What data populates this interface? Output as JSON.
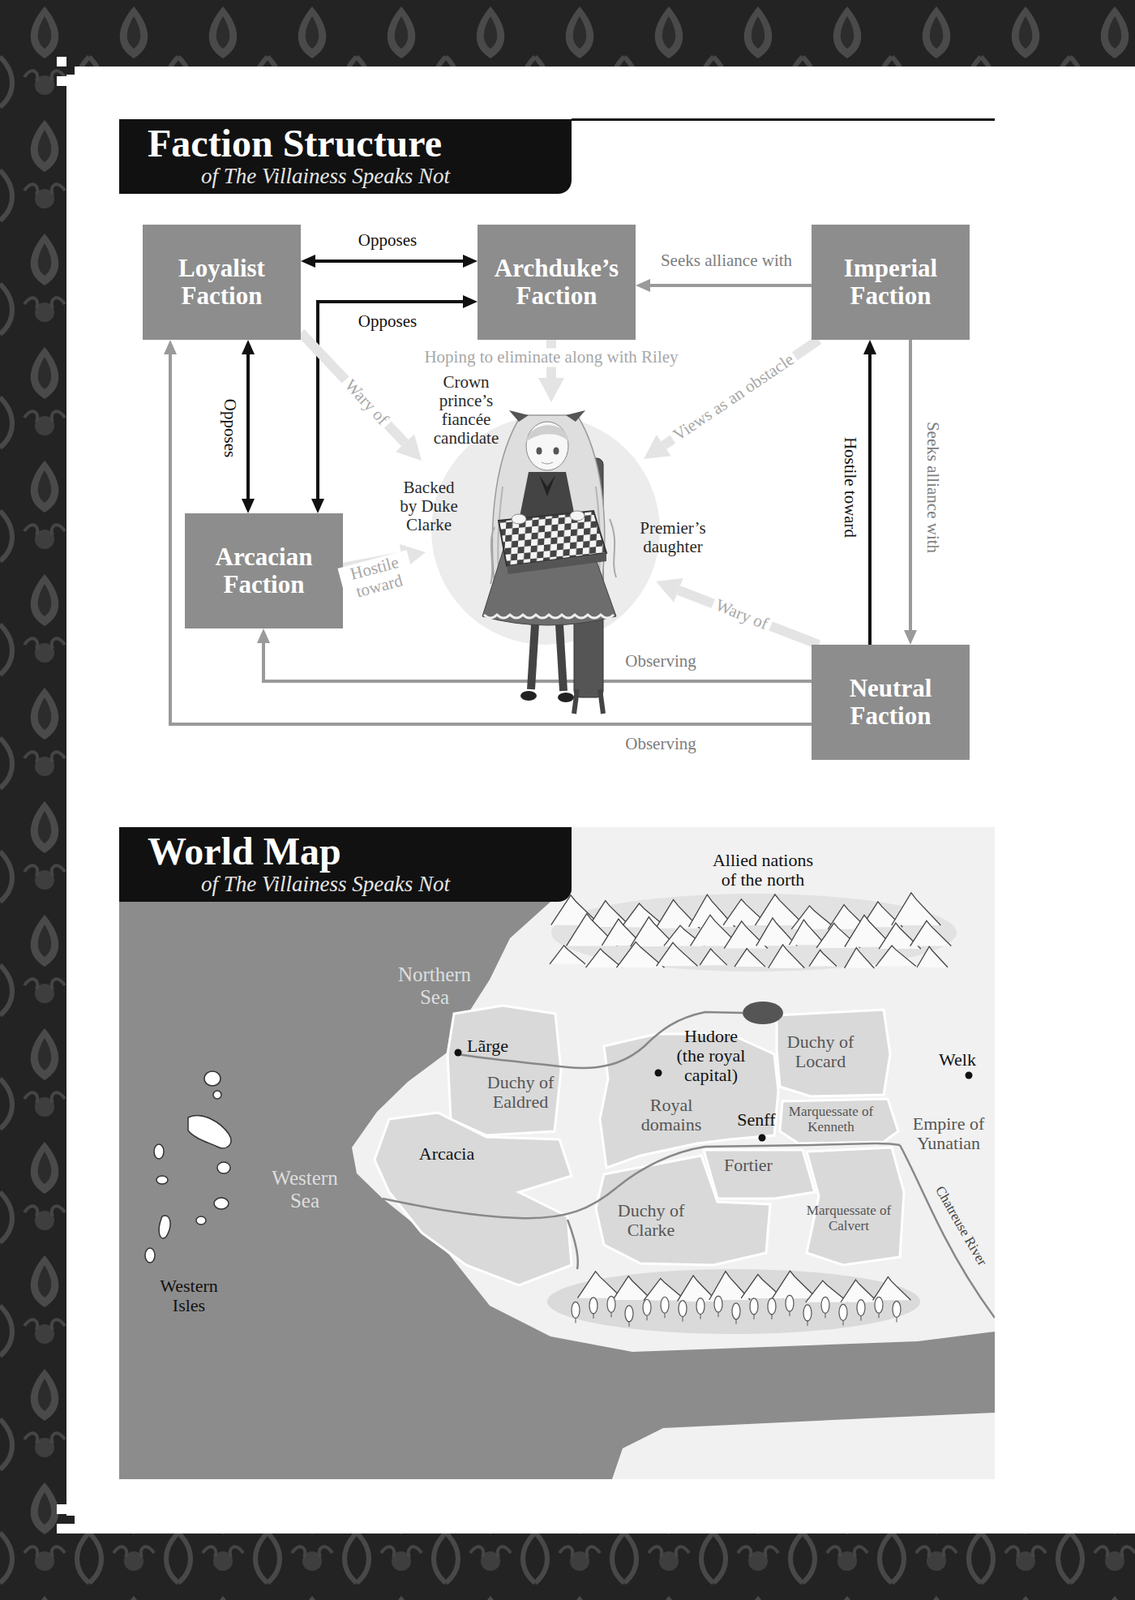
{
  "diagram": {
    "title": "Faction Structure",
    "nodes": [
      {
        "text": [
          "Loyalist Faction"
        ]
      },
      {
        "text": [
          "Archduke’s Faction"
        ]
      },
      {
        "text": [
          "Imperial Faction"
        ]
      },
      {
        "text": [
          "Crown prince’s fiancée candidate",
          "Backed by Duke Clarke",
          "Premier’s daughter"
        ]
      },
      {
        "text": [
          "Arcacian Faction"
        ]
      },
      {
        "text": [
          "Neutral Faction"
        ]
      }
    ],
    "edges": [
      {
        "from": 0,
        "to": 1,
        "label": "Opposes",
        "arrow": "both"
      },
      {
        "from": 4,
        "to": 1,
        "label": "Opposes",
        "arrow": "both"
      },
      {
        "from": 0,
        "to": 4,
        "label": "Opposes",
        "arrow": "both"
      },
      {
        "from": 2,
        "to": 1,
        "label": "Seeks alliance with",
        "arrow": "to"
      },
      {
        "from": 2,
        "to": 5,
        "label": "Seeks alliance with",
        "arrow": "to"
      },
      {
        "from": 5,
        "to": 2,
        "label": "Hostile toward",
        "arrow": "to"
      },
      {
        "from": 5,
        "to": 4,
        "label": "Observing",
        "arrow": "to"
      },
      {
        "from": 5,
        "to": 0,
        "label": "Observing",
        "arrow": "to"
      },
      {
        "from": 0,
        "to": 3,
        "label": "Wary of",
        "arrow": "to"
      },
      {
        "from": 1,
        "to": 3,
        "label": "Hoping to eliminate along with Riley",
        "arrow": "to"
      },
      {
        "from": 2,
        "to": 3,
        "label": "Views as an obstacle",
        "arrow": "to"
      },
      {
        "from": 4,
        "to": 3,
        "label": "Hostile toward",
        "arrow": "to"
      },
      {
        "from": 5,
        "to": 3,
        "label": "Wary of",
        "arrow": "to"
      }
    ],
    "labels": [
      "of The Villainess Speaks Not",
      "World Map",
      "of The Villainess Speaks Not",
      "Allied nations of the north",
      "Northern Sea",
      "Lãrge",
      "Duchy of Ealdred",
      "Hudore (the royal capital)",
      "Duchy of Locard",
      "Welk",
      "Royal domains",
      "Senff",
      "Marquessate of Kenneth",
      "Empire of Yunatian",
      "Arcacia",
      "Western Sea",
      "Fortier",
      "Duchy of Clarke",
      "Marquessate of Calvert",
      "Chatreuse River",
      "Western Isles"
    ]
  }
}
